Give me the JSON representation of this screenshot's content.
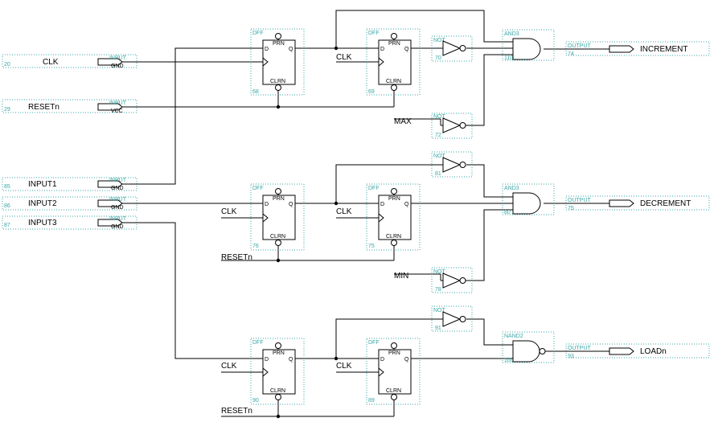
{
  "library": {
    "input": "INPUT",
    "output": "OUTPUT",
    "dff": "DFF",
    "not": "NOT",
    "and3": "AND3",
    "nand2": "NAND2"
  },
  "dff_pins": {
    "prn": "PRN",
    "clrn": "CLRN",
    "d": "D",
    "q": "Q"
  },
  "inputs": [
    {
      "name": "CLK",
      "default": "GND",
      "number": "20"
    },
    {
      "name": "RESETn",
      "default": "VCC",
      "number": "29"
    },
    {
      "name": "INPUT1",
      "default": "GND",
      "number": "85"
    },
    {
      "name": "INPUT2",
      "default": "GND",
      "number": "86"
    },
    {
      "name": "INPUT3",
      "default": "GND",
      "number": "87"
    }
  ],
  "outputs": [
    {
      "name": "INCREMENT",
      "number": "74"
    },
    {
      "name": "DECREMENT",
      "number": "75"
    },
    {
      "name": "LOADn",
      "number": "93"
    }
  ],
  "flipflops": [
    "68",
    "69",
    "76",
    "75",
    "90",
    "89"
  ],
  "inverters": [
    "70",
    "72",
    "81",
    "78",
    "91"
  ],
  "gates": [
    "110",
    "80",
    "100"
  ],
  "net_labels": {
    "clk": "CLK",
    "resetn": "RESETn",
    "max": "MAX",
    "min": "MIN"
  }
}
